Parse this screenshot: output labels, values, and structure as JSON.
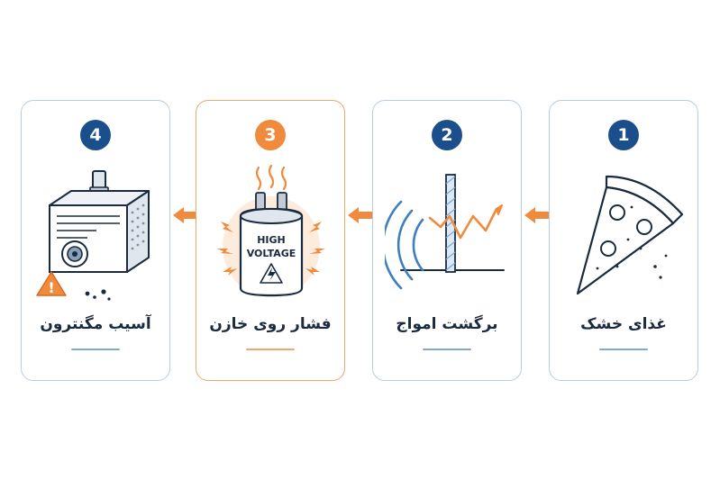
{
  "colors": {
    "navy": "#1b4f8c",
    "orange": "#f08a3c",
    "card_border": "#b9cde0",
    "text": "#1a2a3f"
  },
  "steps": [
    {
      "number": "1",
      "label": "غذای خشک",
      "icon": "pizza-slice-icon"
    },
    {
      "number": "2",
      "label": "برگشت امواج",
      "icon": "wave-reflection-icon"
    },
    {
      "number": "3",
      "label": "فشار روی خازن",
      "icon": "high-voltage-capacitor-icon",
      "highlighted": true,
      "capacitor_text": [
        "HIGH",
        "VOLTAGE"
      ]
    },
    {
      "number": "4",
      "label": "آسیب مگنترون",
      "icon": "magnetron-damage-icon"
    }
  ],
  "flow_direction": "right-to-left"
}
